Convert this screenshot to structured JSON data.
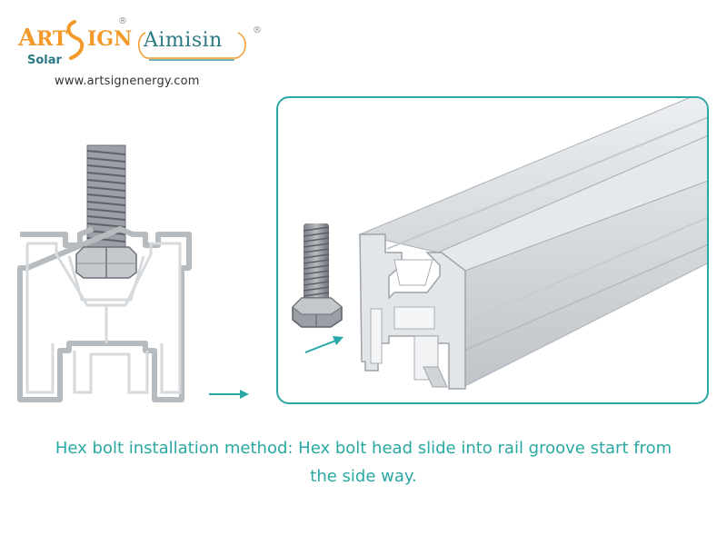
{
  "brand": {
    "artsign_name": "ARTSIGN",
    "artsign_sub": "Solar",
    "aimisin_name": "Aimisin",
    "registered_mark": "®",
    "website": "www.artsignenergy.com"
  },
  "caption": {
    "line1": "Hex bolt installation method: Hex bolt head slide into rail groove start from",
    "line2": "the side way."
  },
  "colors": {
    "accent": "#2aa7a6",
    "logo_orange": "#f39a2b",
    "logo_teal": "#2b7a84",
    "rail_gray": "#c9cdd1"
  }
}
